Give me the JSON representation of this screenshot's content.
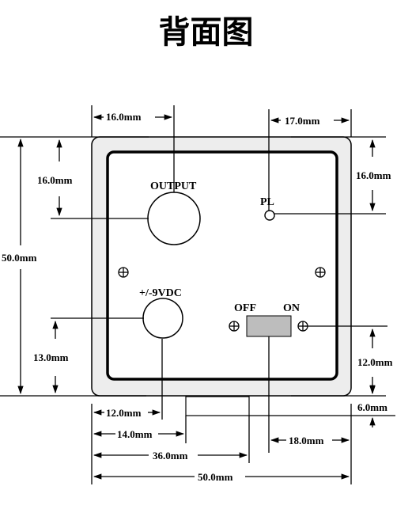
{
  "title": "背面图",
  "labels": {
    "output": "OUTPUT",
    "pl": "PL",
    "power": "+/-9VDC",
    "off": "OFF",
    "on": "ON"
  },
  "dimensions": {
    "output_from_left": "16.0mm",
    "pl_from_right": "17.0mm",
    "output_from_top": "16.0mm",
    "pl_from_top": "16.0mm",
    "height": "50.0mm",
    "power_from_bottom": "13.0mm",
    "switch_from_bottom": "12.0mm",
    "switch_protrusion": "6.0mm",
    "power_from_left": "12.0mm",
    "tab_start": "14.0mm",
    "switch_from_right": "18.0mm",
    "tab_end": "36.0mm",
    "width": "50.0mm"
  },
  "colors": {
    "body_fill": "#ededed",
    "switch_fill": "#bdbdbd",
    "line": "#000000"
  }
}
